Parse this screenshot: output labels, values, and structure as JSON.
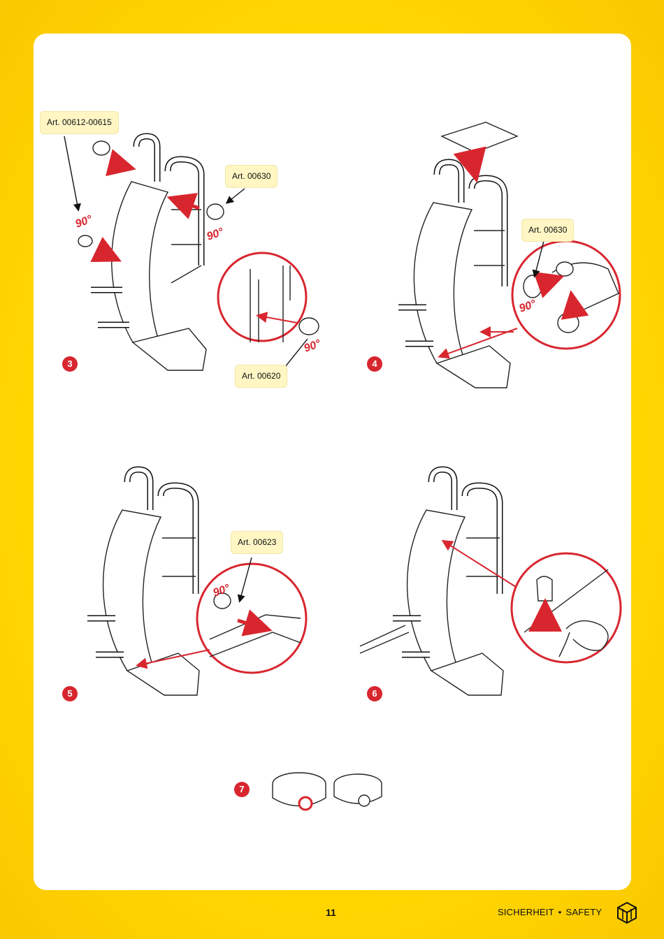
{
  "labels": {
    "step3_top": "Art. 00612-00615",
    "step3_right": "Art. 00630",
    "step3_bottom": "Art. 00620",
    "step4": "Art. 00630",
    "step5": "Art. 00623"
  },
  "rotations": {
    "step3_a": "90°",
    "step3_b": "90°",
    "step3_c": "90°",
    "step4": "90°",
    "step5": "90°"
  },
  "steps": [
    "3",
    "4",
    "5",
    "6",
    "7"
  ],
  "footer": {
    "page_number": "11",
    "section_de": "SICHERHEIT",
    "separator": "•",
    "section_en": "SAFETY",
    "logo_icon": "box-icon"
  },
  "colors": {
    "background": "#ffd400",
    "panel": "#ffffff",
    "label_bg": "#fff6c4",
    "accent_red": "#d8262f"
  }
}
